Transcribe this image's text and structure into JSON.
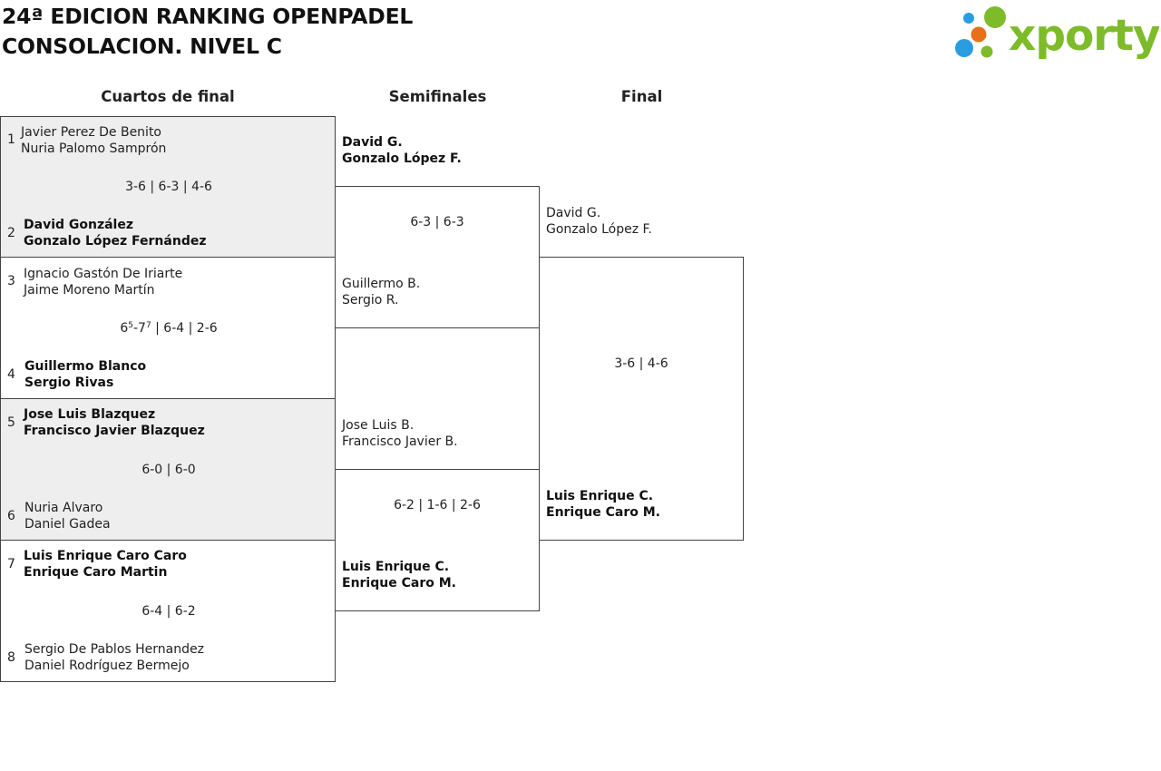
{
  "title": {
    "line1": "24ª EDICION RANKING OPENPADEL",
    "line2": "CONSOLACION. NIVEL C"
  },
  "logo": {
    "text": "xporty",
    "icon": "xporty-dots-logo",
    "colors": [
      "#7dbb2a",
      "#2a9de0",
      "#e8701a"
    ]
  },
  "rounds": {
    "r1": "Cuartos de final",
    "r2": "Semifinales",
    "r3": "Final"
  },
  "quarterfinals": [
    {
      "top": {
        "seed": "1",
        "p1": "Javier Perez De Benito",
        "p2": "Nuria Palomo Samprón"
      },
      "bottom": {
        "seed": "2",
        "p1": "David González",
        "p2": "Gonzalo López Fernández"
      },
      "score": "3-6 | 6-3 | 4-6",
      "winner": "bottom"
    },
    {
      "top": {
        "seed": "3",
        "p1": "Ignacio Gastón De Iriarte",
        "p2": "Jaime Moreno Martín"
      },
      "bottom": {
        "seed": "4",
        "p1": "Guillermo Blanco",
        "p2": "Sergio Rivas"
      },
      "score_parts": {
        "a": "6",
        "a_sup": "5",
        "dash": "-7",
        "b_sup": "7",
        "rest": " | 6-4 | 2-6"
      },
      "winner": "bottom"
    },
    {
      "top": {
        "seed": "5",
        "p1": "Jose Luis Blazquez",
        "p2": "Francisco Javier Blazquez"
      },
      "bottom": {
        "seed": "6",
        "p1": "Nuria Alvaro",
        "p2": "Daniel Gadea"
      },
      "score": "6-0 | 6-0",
      "winner": "top"
    },
    {
      "top": {
        "seed": "7",
        "p1": "Luis Enrique Caro Caro",
        "p2": "Enrique Caro Martin"
      },
      "bottom": {
        "seed": "8",
        "p1": "Sergio De Pablos Hernandez",
        "p2": "Daniel Rodríguez Bermejo"
      },
      "score": "6-4 | 6-2",
      "winner": "top"
    }
  ],
  "semifinals": [
    {
      "top": {
        "p1": "David G.",
        "p2": "Gonzalo López F."
      },
      "bottom": {
        "p1": "Guillermo B.",
        "p2": "Sergio R."
      },
      "score": "6-3 | 6-3",
      "winner": "top"
    },
    {
      "top": {
        "p1": "Jose Luis B.",
        "p2": "Francisco Javier B."
      },
      "bottom": {
        "p1": "Luis Enrique C.",
        "p2": "Enrique Caro M."
      },
      "score": "6-2 | 1-6 | 2-6",
      "winner": "bottom"
    }
  ],
  "final": {
    "top": {
      "p1": "David G.",
      "p2": "Gonzalo López F."
    },
    "bottom": {
      "p1": "Luis Enrique C.",
      "p2": "Enrique Caro M."
    },
    "score": "3-6 | 4-6",
    "winner": "bottom"
  }
}
